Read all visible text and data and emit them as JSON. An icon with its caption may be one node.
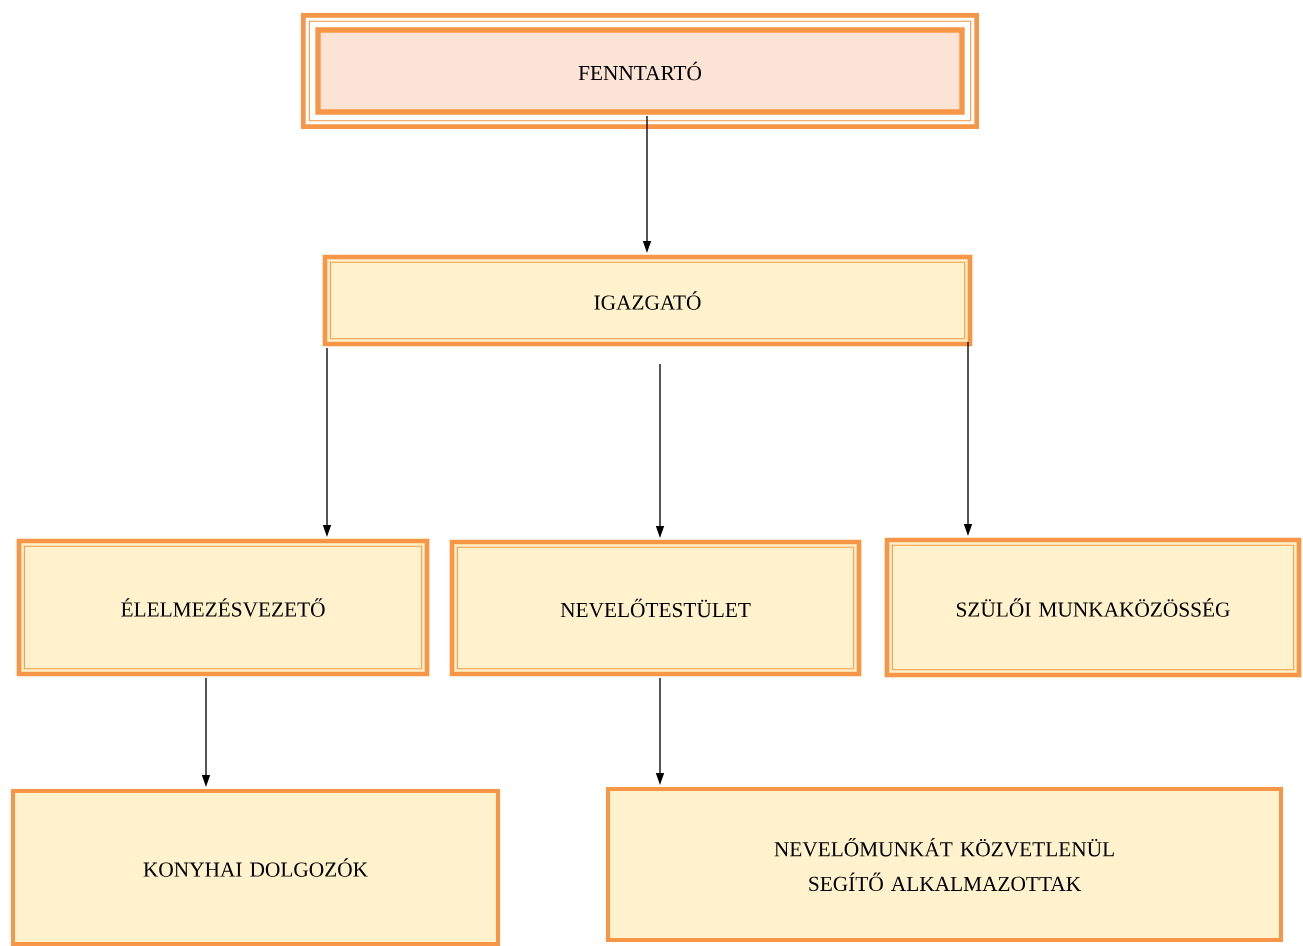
{
  "diagram": {
    "nodes": [
      {
        "text": [
          "FENNTARTÓ"
        ]
      },
      {
        "text": [
          "IGAZGATÓ"
        ]
      },
      {
        "text": [
          "ÉLELMEZÉSVEZETŐ"
        ]
      },
      {
        "text": [
          "NEVELŐTESTÜLET"
        ]
      },
      {
        "text": [
          "SZÜLŐI MUNKAKÖZÖSSÉG"
        ]
      },
      {
        "text": [
          "KONYHAI DOLGOZÓK"
        ]
      },
      {
        "text": [
          "NEVELŐMUNKÁT KÖZVETLENÜL SEGÍTŐ ALKALMAZOTTAK"
        ]
      }
    ],
    "edges": [
      {
        "from": 0,
        "to": 1,
        "arrow": "to"
      },
      {
        "from": 1,
        "to": 2,
        "arrow": "to"
      },
      {
        "from": 1,
        "to": 3,
        "arrow": "to"
      },
      {
        "from": 1,
        "to": 4,
        "arrow": "to"
      },
      {
        "from": 2,
        "to": 5,
        "arrow": "to"
      },
      {
        "from": 3,
        "to": 6,
        "arrow": "to"
      }
    ]
  }
}
